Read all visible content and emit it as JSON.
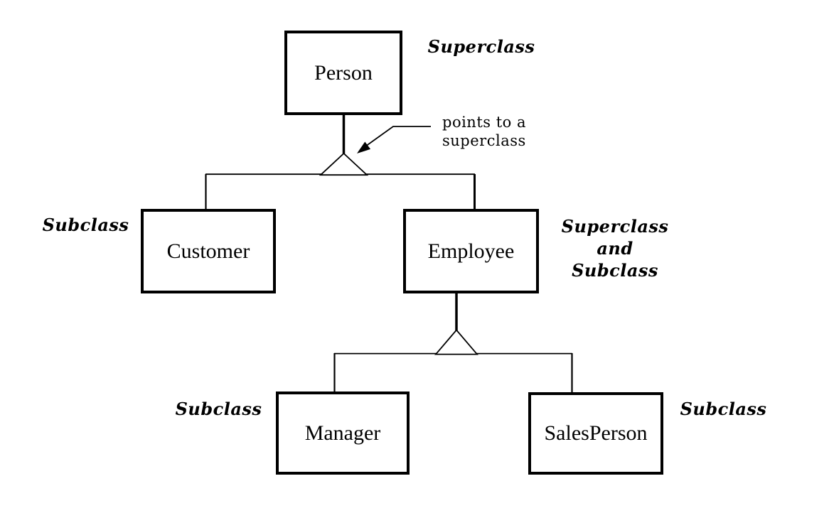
{
  "diagram": {
    "type": "class-hierarchy",
    "classes": [
      {
        "id": "person",
        "name": "Person"
      },
      {
        "id": "customer",
        "name": "Customer"
      },
      {
        "id": "employee",
        "name": "Employee"
      },
      {
        "id": "manager",
        "name": "Manager"
      },
      {
        "id": "salesperson",
        "name": "SalesPerson"
      }
    ],
    "role_labels": {
      "person": "Superclass",
      "customer": "Subclass",
      "employee": [
        "Superclass",
        "and",
        "Subclass"
      ],
      "manager": "Subclass",
      "salesperson": "Subclass"
    },
    "callout": {
      "line1": "points to a",
      "line2": "superclass"
    },
    "colors": {
      "background": "#ffffff",
      "line": "#000000",
      "text": "#000000"
    }
  }
}
